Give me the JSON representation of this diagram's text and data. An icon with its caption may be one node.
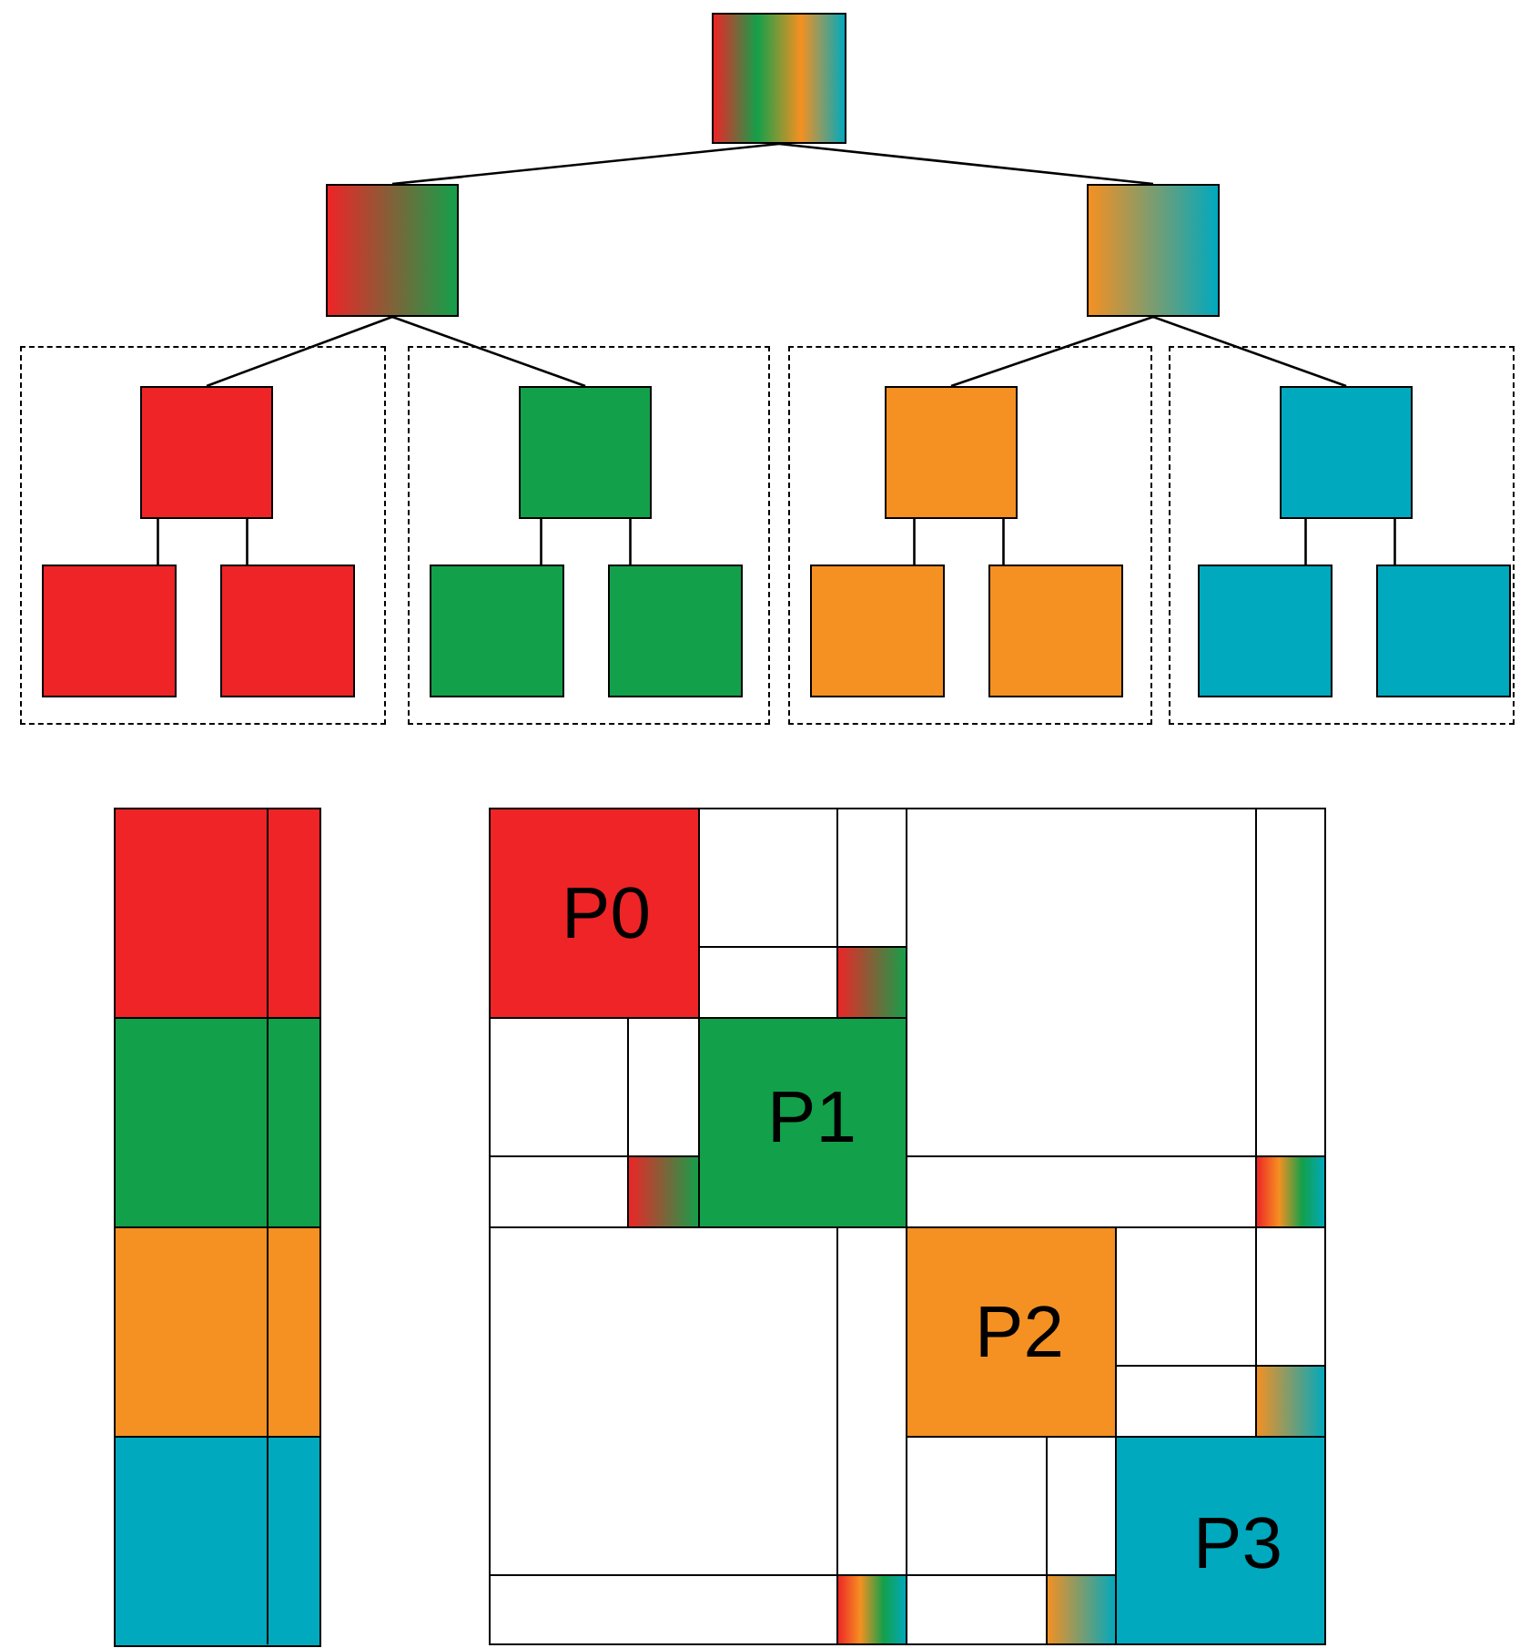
{
  "diagram": {
    "nodes": [
      {
        "text": [],
        "shape": "box"
      },
      {
        "text": [],
        "shape": "box"
      },
      {
        "text": [],
        "shape": "box"
      },
      {
        "text": [],
        "shape": "box"
      },
      {
        "text": [],
        "shape": "box",
        "in": 3
      },
      {
        "text": [],
        "shape": "box",
        "in": 3
      },
      {
        "text": [],
        "shape": "box",
        "in": 3
      },
      {
        "text": [],
        "shape": "box"
      },
      {
        "text": [],
        "shape": "box",
        "in": 7
      },
      {
        "text": [],
        "shape": "box",
        "in": 7
      },
      {
        "text": [],
        "shape": "box",
        "in": 7
      },
      {
        "text": [],
        "shape": "box"
      },
      {
        "text": [],
        "shape": "box",
        "in": 11
      },
      {
        "text": [],
        "shape": "box",
        "in": 11
      },
      {
        "text": [],
        "shape": "box",
        "in": 11
      },
      {
        "text": [],
        "shape": "box"
      },
      {
        "text": [],
        "shape": "box",
        "in": 15
      },
      {
        "text": [],
        "shape": "box",
        "in": 15
      },
      {
        "text": [],
        "shape": "box",
        "in": 15
      }
    ],
    "edges": [
      {
        "from": 0,
        "to": 1,
        "arrow": "none"
      },
      {
        "from": 0,
        "to": 2,
        "arrow": "none"
      },
      {
        "from": 1,
        "to": 4,
        "arrow": "none"
      },
      {
        "from": 1,
        "to": 8,
        "arrow": "none"
      },
      {
        "from": 2,
        "to": 12,
        "arrow": "none"
      },
      {
        "from": 2,
        "to": 16,
        "arrow": "none"
      },
      {
        "from": 4,
        "to": 5,
        "arrow": "none"
      },
      {
        "from": 4,
        "to": 6,
        "arrow": "none"
      },
      {
        "from": 8,
        "to": 9,
        "arrow": "none"
      },
      {
        "from": 8,
        "to": 10,
        "arrow": "none"
      },
      {
        "from": 12,
        "to": 13,
        "arrow": "none"
      },
      {
        "from": 12,
        "to": 14,
        "arrow": "none"
      },
      {
        "from": 16,
        "to": 17,
        "arrow": "none"
      },
      {
        "from": 16,
        "to": 18,
        "arrow": "none"
      }
    ],
    "labels": [
      "P0",
      "P1",
      "P2",
      "P3"
    ]
  }
}
